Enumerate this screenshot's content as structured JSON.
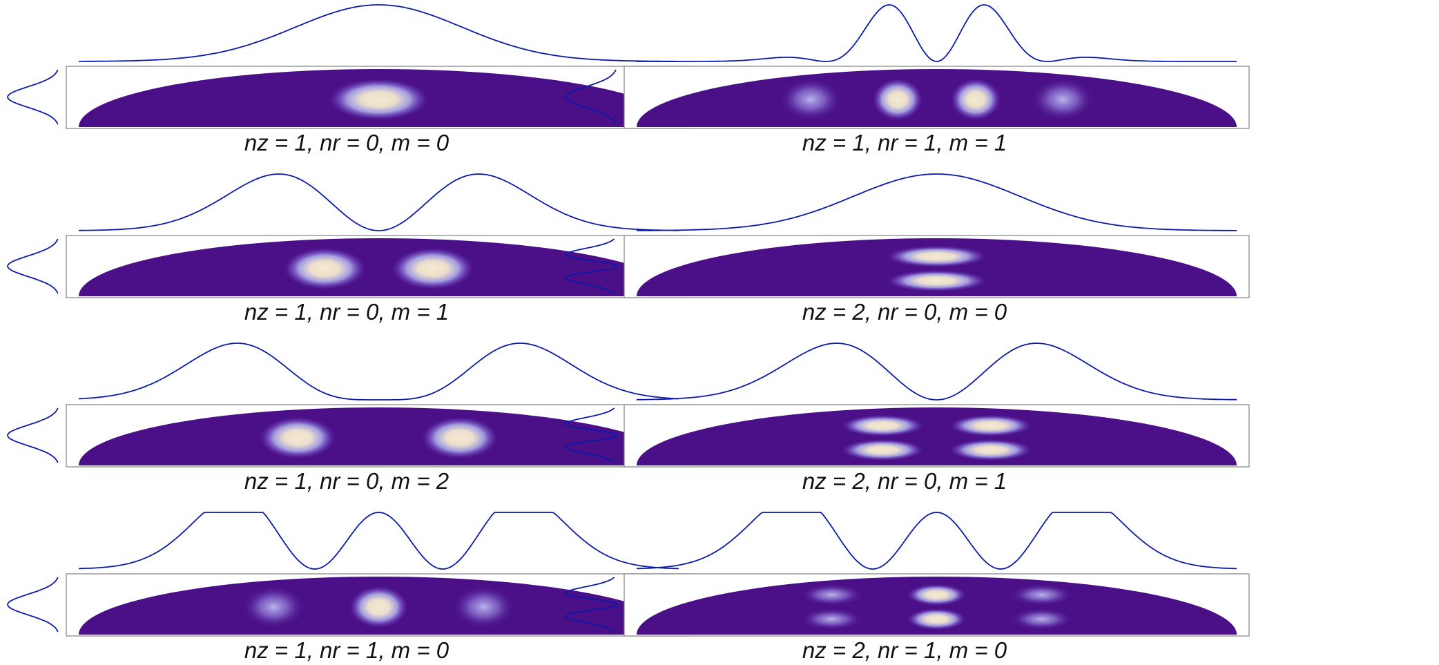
{
  "colors": {
    "curve": "#0a1aa8",
    "background_fill": "#4b1088",
    "glow_mid": "#b3b6f0",
    "glow_core": "#f4ead0",
    "frame": "#808080"
  },
  "panels": [
    {
      "caption": "nz = 1, nr = 0, m = 0",
      "nz": 1,
      "nr": 0,
      "m": 0
    },
    {
      "caption": "nz = 1, nr = 1, m = 1",
      "nz": 1,
      "nr": 1,
      "m": 1
    },
    {
      "caption": "nz = 1, nr = 0, m = 1",
      "nz": 1,
      "nr": 0,
      "m": 1
    },
    {
      "caption": "nz = 2, nr = 0, m = 0",
      "nz": 2,
      "nr": 0,
      "m": 0
    },
    {
      "caption": "nz = 1, nr = 0, m = 2",
      "nz": 1,
      "nr": 0,
      "m": 2
    },
    {
      "caption": "nz = 2, nr = 0, m = 1",
      "nz": 2,
      "nr": 0,
      "m": 1
    },
    {
      "caption": "nz = 1, nr = 1, m = 0",
      "nz": 1,
      "nr": 1,
      "m": 0
    },
    {
      "caption": "nz = 2, nr = 1, m = 0",
      "nz": 2,
      "nr": 1,
      "m": 0
    }
  ]
}
